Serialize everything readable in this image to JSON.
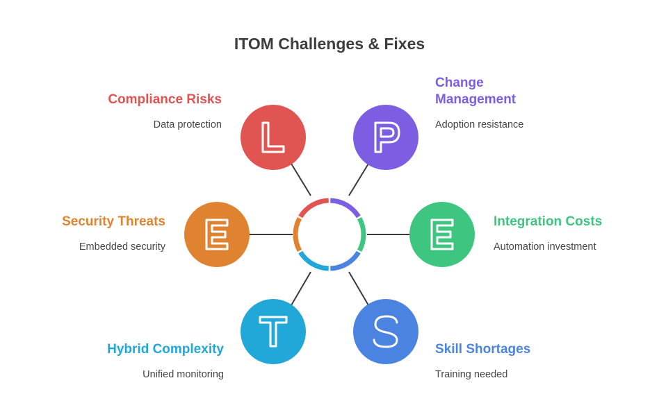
{
  "title": "ITOM Challenges & Fixes",
  "colors": {
    "compliance": "#e05452",
    "change": "#7d5ee3",
    "integration": "#3ec57f",
    "skill": "#4a83e0",
    "hybrid": "#22a7d9",
    "security": "#df8330",
    "connector": "#3a3a3a",
    "description": "#454545"
  },
  "items": [
    {
      "key": "compliance",
      "letter": "L",
      "label": "Compliance Risks",
      "description": "Data protection",
      "icon": "letter-l-icon"
    },
    {
      "key": "change",
      "letter": "P",
      "label": "Change Management",
      "label_line1": "Change",
      "label_line2": "Management",
      "description": "Adoption resistance",
      "icon": "letter-p-icon"
    },
    {
      "key": "security",
      "letter": "E",
      "label": "Security Threats",
      "description": "Embedded security",
      "icon": "letter-e-icon"
    },
    {
      "key": "integration",
      "letter": "E",
      "label": "Integration Costs",
      "description": "Automation investment",
      "icon": "letter-e-icon"
    },
    {
      "key": "hybrid",
      "letter": "T",
      "label": "Hybrid Complexity",
      "description": "Unified monitoring",
      "icon": "letter-t-icon"
    },
    {
      "key": "skill",
      "letter": "S",
      "label": "Skill Shortages",
      "description": "Training needed",
      "icon": "letter-s-icon"
    }
  ]
}
